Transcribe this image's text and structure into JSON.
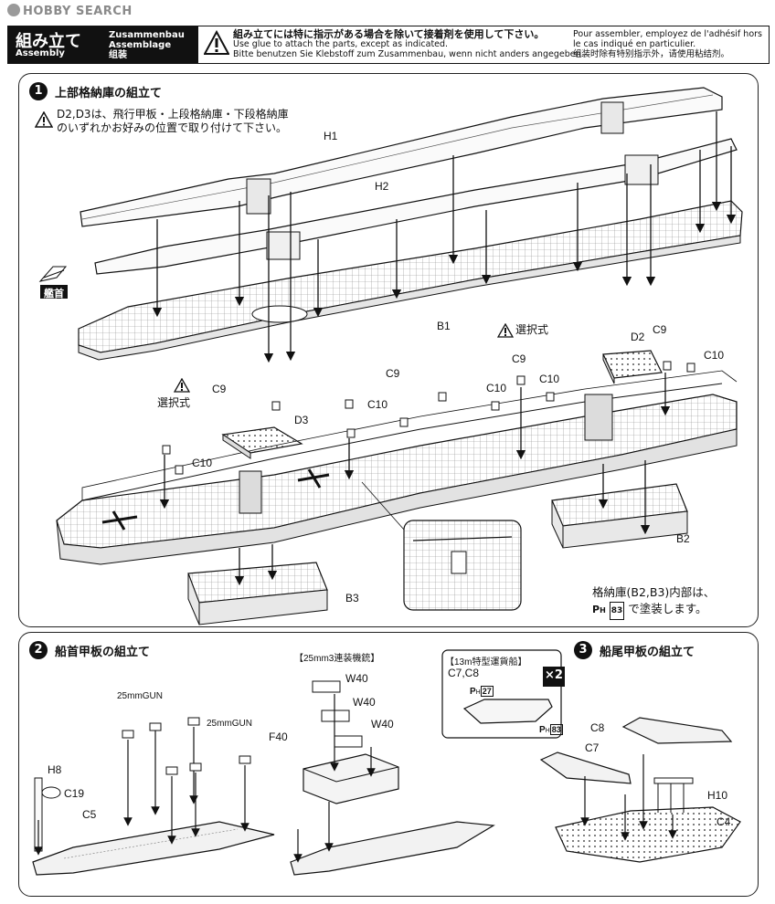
{
  "watermark": {
    "text": "HOBBY SEARCH"
  },
  "header": {
    "title_jp": "組み立て",
    "title_en": "Assembly",
    "title_de": "Zusammenbau",
    "title_fr": "Assemblage",
    "title_cn": "组装",
    "note_jp": "組み立てには特に指示がある場合を除いて接着剤を使用して下さい。",
    "note_en": "Use glue to attach the parts, except as indicated.",
    "note_de": "Bitte benutzen Sie Klebstoff zum Zusammenbau, wenn nicht anders angegeben.",
    "note_fr1": "Pour assembler, employez de l'adhésif hors",
    "note_fr2": "le cas indiqué en particulier.",
    "note_cn": "组装时除有特别指示外，请使用粘结剂。"
  },
  "step1": {
    "num": "1",
    "title": "上部格納庫の組立て",
    "warning_line1": "D2,D3は、飛行甲板・上段格納庫・下段格納庫",
    "warning_line2": "のいずれかお好みの位置で取り付けて下さい。",
    "bow_label": "艦首",
    "optional_label": "選択式",
    "parts": {
      "H1": "H1",
      "H2": "H2",
      "B1": "B1",
      "D2": "D2",
      "D3": "D3",
      "C9": "C9",
      "C10": "C10",
      "B2": "B2",
      "B3": "B3"
    },
    "paint_note_line1": "格納庫(B2,B3)内部は、",
    "paint_note_ph": "H",
    "paint_note_code": "83",
    "paint_note_line2": "で塗装します。"
  },
  "step2": {
    "num": "2",
    "title": "船首甲板の組立て",
    "gun_label": "25mmGUN",
    "triple_mount_label": "【25mm3連装機銃】",
    "parts": {
      "H8": "H8",
      "C19": "C19",
      "C5": "C5",
      "W40": "W40",
      "F40": "F40"
    }
  },
  "boat": {
    "title": "【13m特型運貨船】",
    "parts": "C7,C8",
    "multiplier": "×2",
    "paint1_code": "27",
    "paint2_code": "83",
    "ph_letter": "H"
  },
  "step3": {
    "num": "3",
    "title": "船尾甲板の組立て",
    "parts": {
      "C8": "C8",
      "C7": "C7",
      "H10": "H10",
      "C4": "C4"
    }
  },
  "colors": {
    "ink": "#111111",
    "hull": "#f4f4f4",
    "grid": "#9a9a9a"
  }
}
